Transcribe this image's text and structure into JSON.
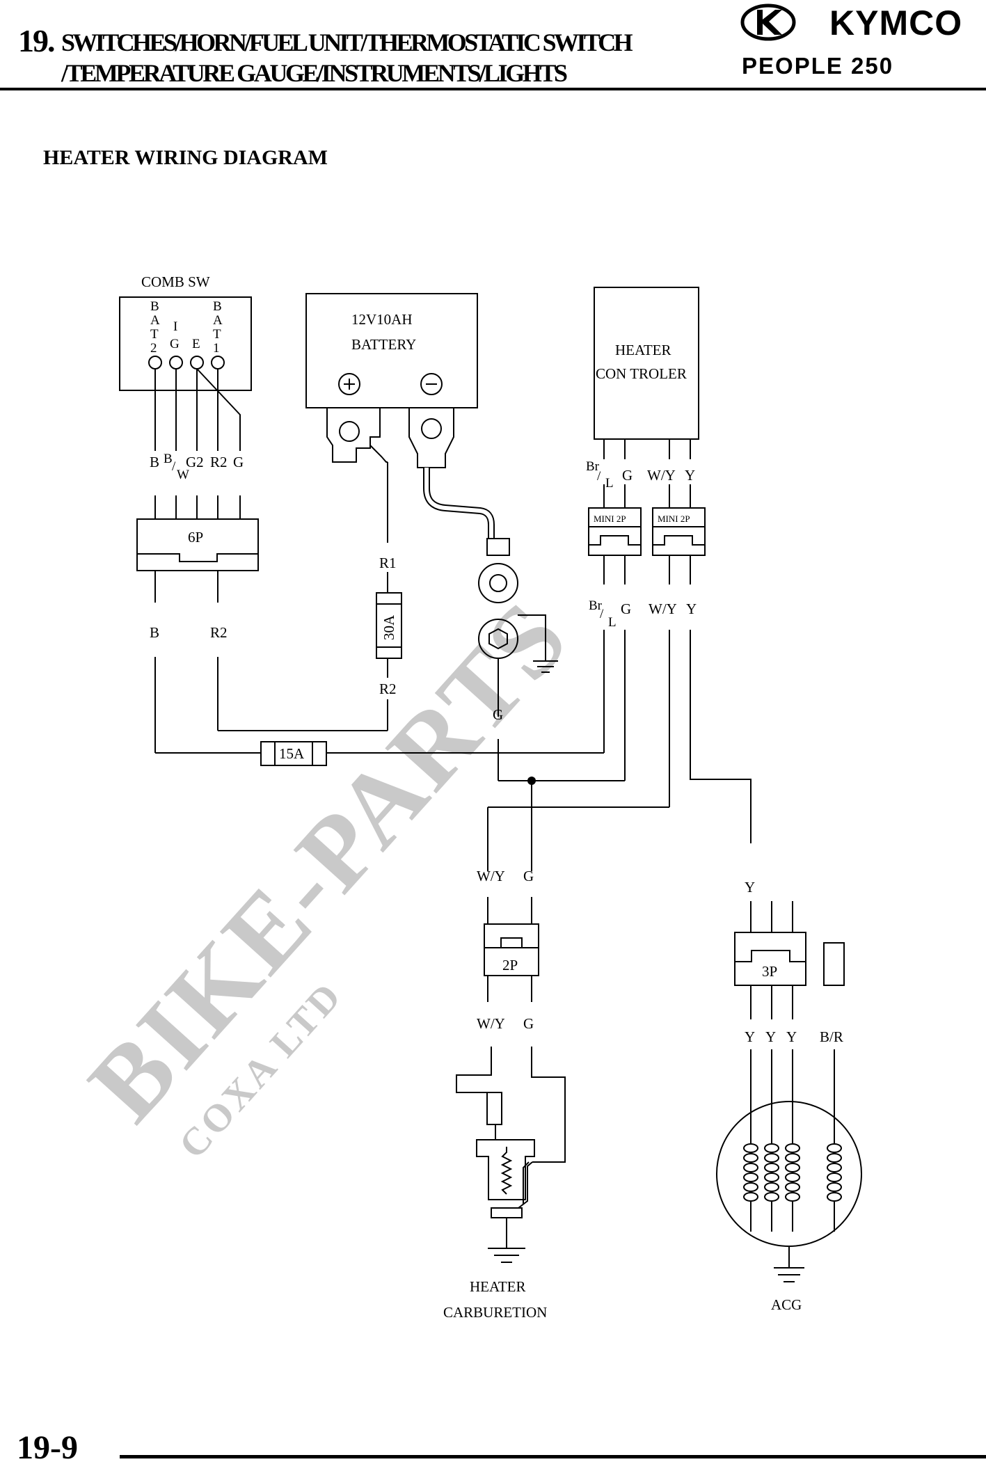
{
  "header": {
    "chapter_number": "19.",
    "title_line1": "SWITCHES/HORN/FUEL UNIT/THERMOSTATIC SWITCH",
    "title_line2": "/TEMPERATURE GAUGE/INSTRUMENTS/LIGHTS",
    "brand": "KYMCO",
    "model": "PEOPLE 250"
  },
  "section_title": "HEATER WIRING DIAGRAM",
  "diagram": {
    "comb_sw": {
      "title": "COMB SW",
      "pin_bat2": [
        "B",
        "A",
        "T",
        "2"
      ],
      "pin_ig": [
        "I",
        "G"
      ],
      "pin_e": "E",
      "pin_bat1": [
        "B",
        "A",
        "T",
        "1"
      ],
      "wire_labels": [
        "B",
        "B",
        "/",
        "W",
        "G2",
        "R2",
        "G"
      ]
    },
    "connector_6p": "6P",
    "wires_out_6p": [
      "B",
      "R2"
    ],
    "battery": {
      "line1": "12V10AH",
      "line2": "BATTERY"
    },
    "fuse_30a": {
      "label": "30A",
      "wire_in": "R1",
      "wire_out": "R2"
    },
    "fuse_15a": "15A",
    "ground_wire": "G",
    "heater_controller": {
      "line1": "HEATER",
      "line2": "CON TROLER"
    },
    "controller_wires_top": [
      "Br",
      "/",
      "L",
      "G",
      "W/Y",
      "Y"
    ],
    "mini_connectors": [
      "MINI 2P",
      "MINI 2P"
    ],
    "controller_wires_bottom": [
      "Br",
      "/",
      "L",
      "G",
      "W/Y",
      "Y"
    ],
    "connector_2p": {
      "label": "2P",
      "wires_top": [
        "W/Y",
        "G"
      ],
      "wires_bottom": [
        "W/Y",
        "G"
      ]
    },
    "heater_carburetion": {
      "line1": "HEATER",
      "line2": "CARBURETION"
    },
    "connector_3p": {
      "label": "3P",
      "wire_top": "Y",
      "wires_bottom": [
        "Y",
        "Y",
        "Y",
        "B/R"
      ]
    },
    "acg": "ACG",
    "watermark": {
      "main": "BIKE-PARTS",
      "sub": "COXA LTD"
    }
  },
  "footer": {
    "page_number": "19-9"
  }
}
